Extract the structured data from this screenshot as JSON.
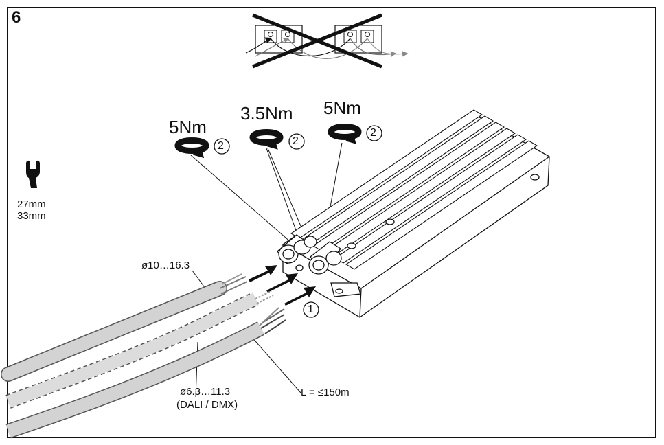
{
  "figure": {
    "step_number": "6",
    "tightening": {
      "torques": [
        {
          "value": "5Nm",
          "step_ref": "2"
        },
        {
          "value": "3.5Nm",
          "step_ref": "2"
        },
        {
          "value": "5Nm",
          "step_ref": "2"
        }
      ]
    },
    "tool": {
      "icon": "wrench-icon",
      "sizes": [
        "27mm",
        "33mm"
      ]
    },
    "insert_step_ref": "1",
    "cables": {
      "diameter_main": "ø10…16.3",
      "diameter_control": "ø6.3…11.3",
      "control_protocol": "(DALI / DMX)",
      "max_length": "L = ≤150m"
    },
    "wrong_wiring_icon": "crossed-out-looping-icon",
    "colors": {
      "line": "#111111",
      "cable_fill": "#d3d3d3",
      "cable_outline": "#555555",
      "arrow": "#111111"
    }
  }
}
